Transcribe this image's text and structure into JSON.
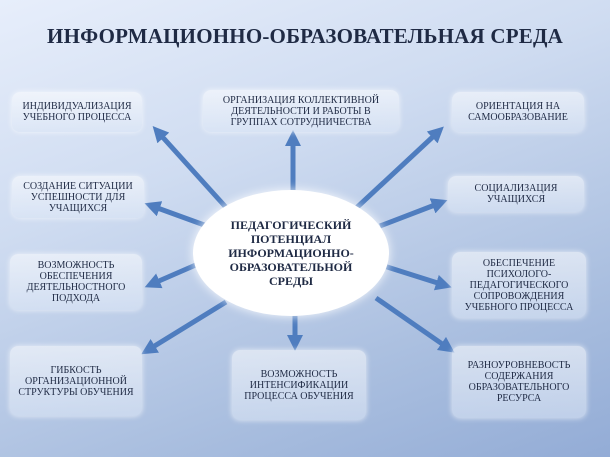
{
  "title": "ИНФОРМАЦИОННО-ОБРАЗОВАТЕЛЬНАЯ СРЕДА",
  "center": "ПЕДАГОГИЧЕСКИЙ ПОТЕНЦИАЛ ИНФОРМАЦИОННО-ОБРАЗОВАТЕЛЬНОЙ СРЕДЫ",
  "nodes": {
    "individualization": "ИНДИВИДУАЛИЗАЦИЯ УЧЕБНОГО ПРОЦЕССА",
    "collective_work": "ОРГАНИЗАЦИЯ КОЛЛЕКТИВНОЙ ДЕЯТЕЛЬНОСТИ И РАБОТЫ В ГРУППАХ СОТРУДНИЧЕСТВА",
    "self_education": "ОРИЕНТАЦИЯ НА САМООБРАЗОВАНИЕ",
    "success_situation": "СОЗДАНИЕ СИТУАЦИИ УСПЕШНОСТИ ДЛЯ УЧАЩИХСЯ",
    "socialization": "СОЦИАЛИЗАЦИЯ УЧАЩИХСЯ",
    "activity_approach": "ВОЗМОЖНОСТЬ ОБЕСПЕЧЕНИЯ ДЕЯТЕЛЬНОСТНОГО ПОДХОДА",
    "psych_support": "ОБЕСПЕЧЕНИЕ ПСИХОЛОГО-ПЕДАГОГИЧЕСКОГО СОПРОВОЖДЕНИЯ УЧЕБНОГО ПРОЦЕССА",
    "flexibility": "ГИБКОСТЬ ОРГАНИЗАЦИОННОЙ СТРУКТУРЫ ОБУЧЕНИЯ",
    "intensification": "ВОЗМОЖНОСТЬ ИНТЕНСИФИКАЦИИ ПРОЦЕССА ОБУЧЕНИЯ",
    "multilevel": "РАЗНОУРОВНЕВОСТЬ СОДЕРЖАНИЯ ОБРАЗОВАТЕЛЬНОГО РЕСУРСА"
  },
  "colors": {
    "arrow": "#4f7dbf",
    "text": "#1f2a44",
    "center_fill": "#ffffff"
  }
}
